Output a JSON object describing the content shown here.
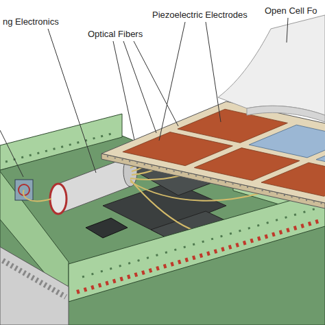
{
  "diagram": {
    "labels": [
      "Open Cell Fo",
      "Piezoelectric Electrodes",
      "Optical Fibers",
      "ng Electronics"
    ]
  }
}
